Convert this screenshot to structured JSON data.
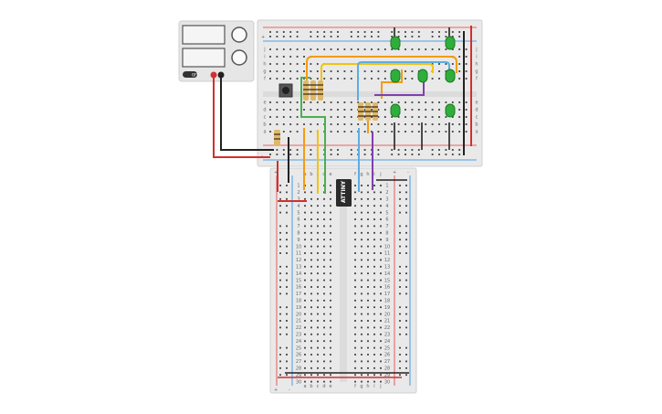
{
  "colors": {
    "board": "#e9e9e9",
    "board_edge": "#d0d0d0",
    "hole": "#3a3a3a",
    "rail_red": "#e53935",
    "rail_blue": "#1e88e5",
    "wire_red": "#d32f2f",
    "wire_black": "#222222",
    "wire_orange": "#f39c12",
    "wire_yellow": "#f1c40f",
    "wire_green": "#4caf50",
    "wire_purple": "#7e3fb0",
    "wire_cyan": "#5dade2",
    "led_green": "#2fae3b",
    "chip": "#2b2b2b"
  },
  "power_supply": {
    "button_label": "OFF"
  },
  "top_board": {
    "row_letters_left": [
      "j",
      "i",
      "h",
      "g",
      "f",
      "e",
      "d",
      "c",
      "b",
      "a"
    ],
    "row_letters_right": [
      "j",
      "i",
      "h",
      "g",
      "f",
      "e",
      "d",
      "c",
      "b",
      "a"
    ],
    "rail_plus": "+",
    "rail_minus": "-"
  },
  "bottom_board": {
    "col_letters_left": [
      "a",
      "b",
      "c",
      "d",
      "e"
    ],
    "col_letters_right": [
      "f",
      "g",
      "h",
      "i",
      "j"
    ],
    "row_numbers": [
      "1",
      "2",
      "3",
      "4",
      "5",
      "6",
      "7",
      "8",
      "9",
      "10",
      "11",
      "12",
      "13",
      "14",
      "15",
      "16",
      "17",
      "18",
      "19",
      "20",
      "21",
      "22",
      "23",
      "24",
      "25",
      "26",
      "27",
      "28",
      "29",
      "30"
    ],
    "rail_plus": "+",
    "rail_minus": "-"
  },
  "chip": {
    "label": "ATTINY"
  }
}
